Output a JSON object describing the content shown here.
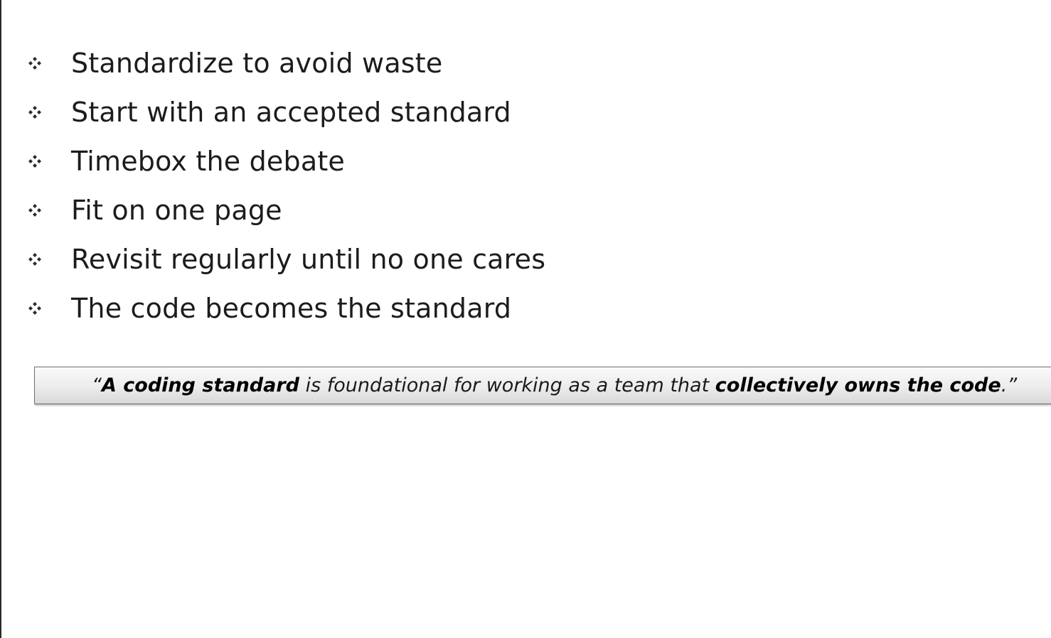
{
  "bullets": [
    {
      "text": "Standardize to avoid waste"
    },
    {
      "text": "Start with an accepted standard"
    },
    {
      "text": "Timebox the debate"
    },
    {
      "text": "Fit on one page"
    },
    {
      "text": "Revisit regularly until no one cares"
    },
    {
      "text": "The code becomes the standard"
    }
  ],
  "bullet_icon": "diamond-four-dots-icon",
  "quote": {
    "open_mark": "“",
    "part1_bold": "A coding standard",
    "part2": " is foundational for working as a team that ",
    "part3_bold": "collectively owns the code",
    "part4": ".",
    "close_mark": "”"
  },
  "colors": {
    "text": "#1c1c1c",
    "quote_border": "#707070",
    "rule": "#2a2a2a"
  }
}
